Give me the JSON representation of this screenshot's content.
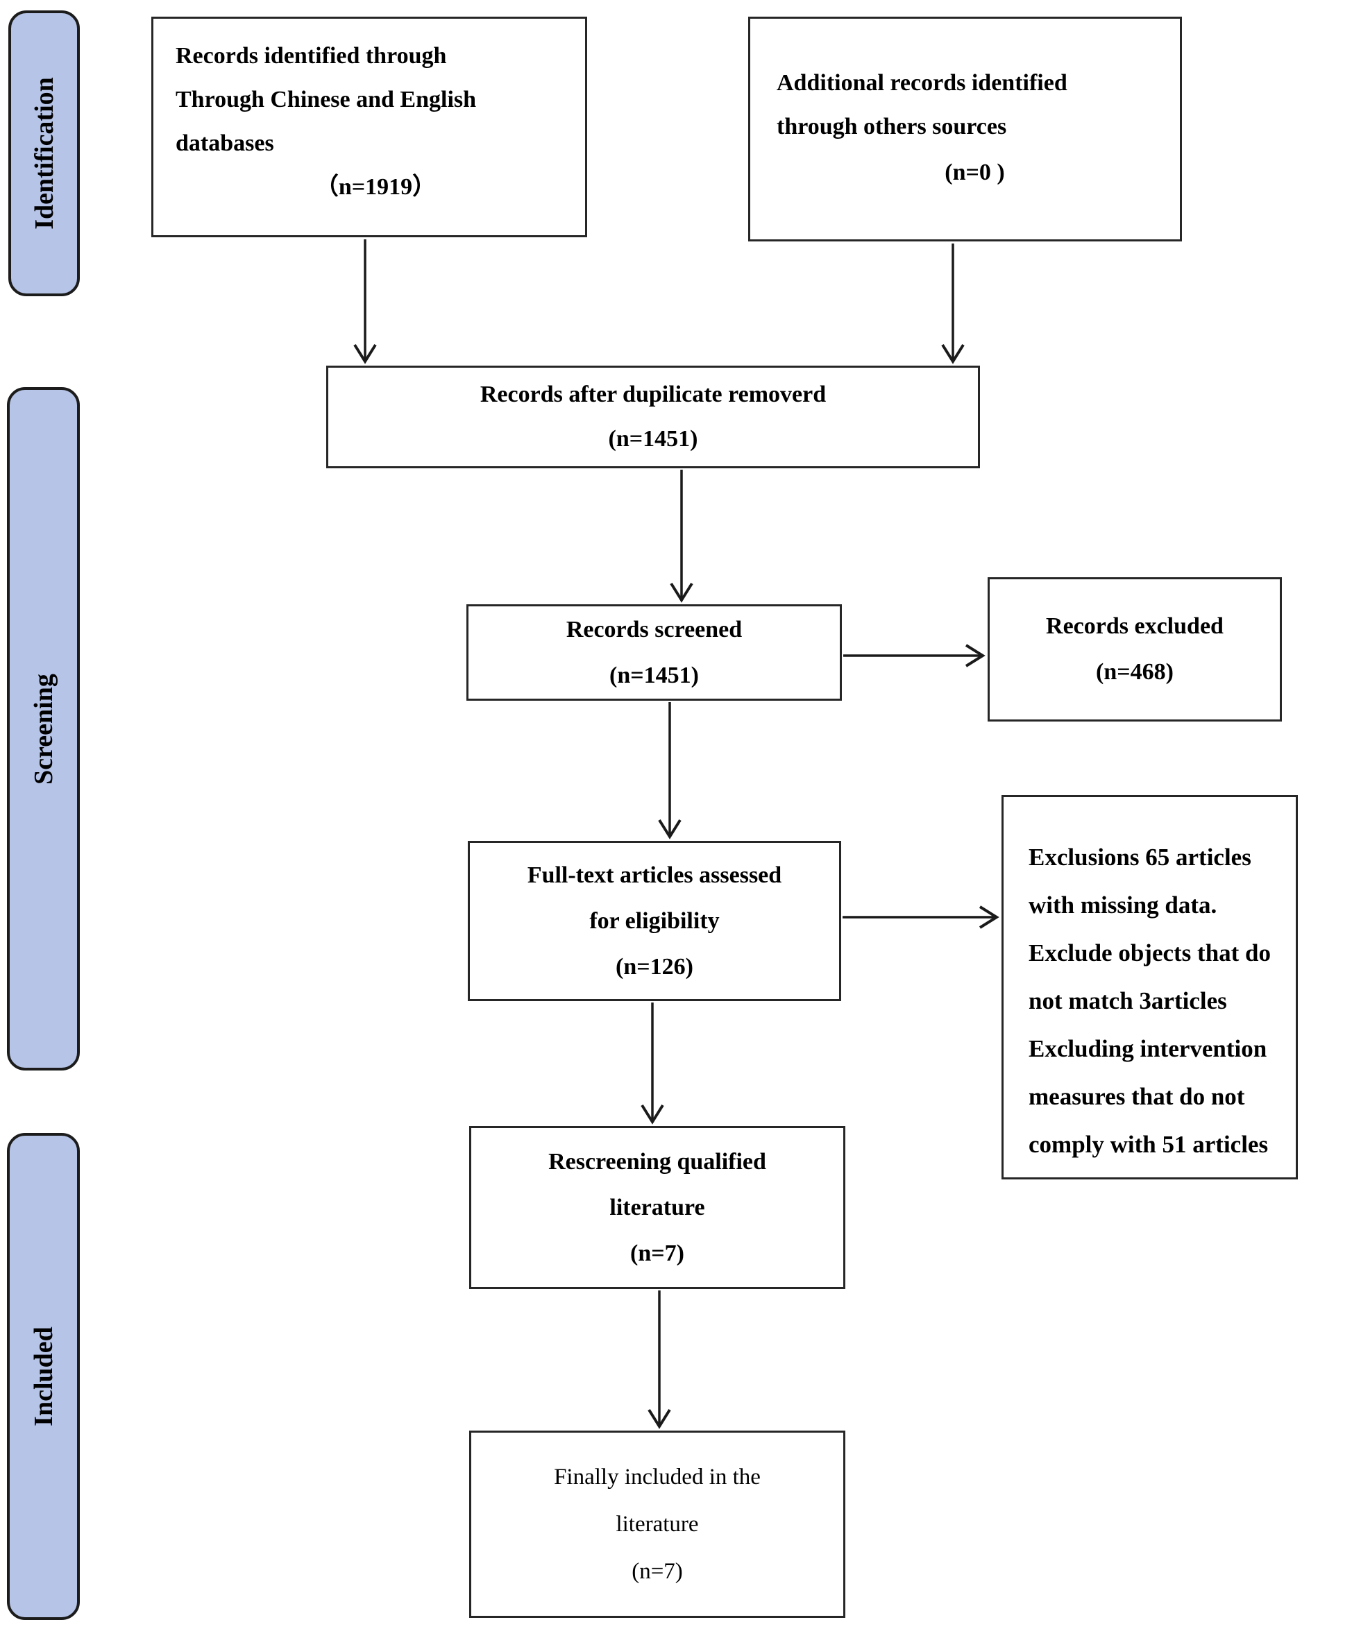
{
  "stages": [
    {
      "label": "Identification"
    },
    {
      "label": "Screening"
    },
    {
      "label": "Included"
    }
  ],
  "boxes": [
    {
      "lines": [
        "Records identified through",
        "Through Chinese and English",
        "databases"
      ],
      "count": "（n=1919）"
    },
    {
      "lines": [
        "Additional records identified",
        "through others sources"
      ],
      "count": "(n=0 )"
    },
    {
      "lines": [
        "Records after dupilicate removerd"
      ],
      "count": "(n=1451)"
    },
    {
      "lines": [
        "Records screened"
      ],
      "count": "(n=1451)"
    },
    {
      "lines": [
        "Records excluded"
      ],
      "count": "(n=468)"
    },
    {
      "lines": [
        "Full-text articles assessed",
        "for eligibility"
      ],
      "count": "(n=126)"
    },
    {
      "lines": [
        "Exclusions 65 articles",
        "with missing data.",
        "Exclude objects that do",
        "not match 3articles",
        "Excluding intervention",
        "measures that do not",
        "comply with 51 articles"
      ],
      "count": ""
    },
    {
      "lines": [
        "Rescreening qualified",
        "literature"
      ],
      "count": "(n=7)"
    },
    {
      "lines": [
        "Finally included in the",
        "literature"
      ],
      "count": "(n=7)"
    }
  ],
  "colors": {
    "stage_fill": "#b6c4e7",
    "stage_border": "#1c1c1c",
    "box_fill": "#ffffff",
    "box_border": "#262626",
    "arrow": "#1a1a1a",
    "text": "#000000"
  }
}
